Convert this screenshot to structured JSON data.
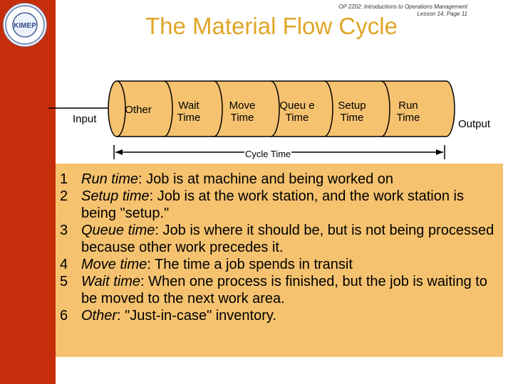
{
  "header": {
    "note_line1": "OP 2202: Introductions to Operations Management",
    "note_line2": "Lesson 14, Page 11",
    "title": "The Material Flow Cycle"
  },
  "pipeline": {
    "input_label": "Input",
    "output_label": "Output",
    "cycle_time_label": "Cycle Time",
    "segments": [
      {
        "label": "Other"
      },
      {
        "label": "Wait Time"
      },
      {
        "label": "Move Time"
      },
      {
        "label": "Queu e Time"
      },
      {
        "label": "Setup Time"
      },
      {
        "label": "Run Time"
      }
    ]
  },
  "colors": {
    "sidebar": "#c62e0b",
    "title": "#e0a526",
    "definitions_bg": "#f5c26f",
    "pipe_fill": "#f5c26f"
  },
  "definitions": [
    {
      "num": "1",
      "term": "Run time",
      "sep": ":",
      "text": " Job is at machine and being worked on"
    },
    {
      "num": "2",
      "term": "Setup time",
      "sep": ":",
      "text": " Job is at the work station, and the work station is being \"setup.\""
    },
    {
      "num": "3",
      "term": "Queue time",
      "sep": ":",
      "text": " Job is where it should be, but is not being processed because other work precedes it."
    },
    {
      "num": "4",
      "term": "Move time",
      "sep": ":",
      "text": " The time a job spends in transit"
    },
    {
      "num": "5",
      "term": "Wait time",
      "sep": ":",
      "text": " When one process is finished, but the job is waiting to be moved to the next work area."
    },
    {
      "num": "6",
      "term": "Other",
      "sep": ":",
      "text": " \"Just-in-case\" inventory."
    }
  ]
}
